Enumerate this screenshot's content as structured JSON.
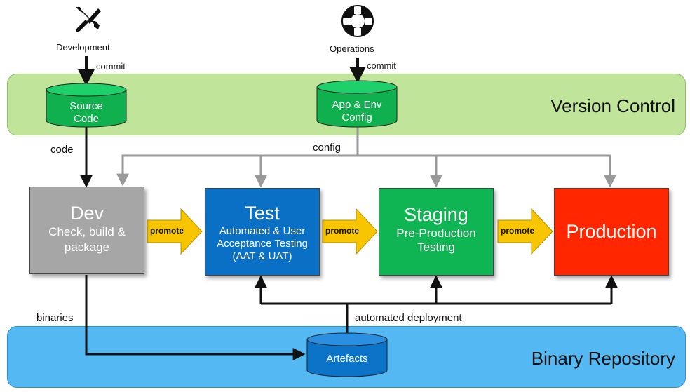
{
  "sources": {
    "development": "Development",
    "operations": "Operations",
    "commit_left": "commit",
    "commit_right": "commit"
  },
  "version_control": {
    "label": "Version Control",
    "source_code": [
      "Source",
      "Code"
    ],
    "app_env_config": [
      "App & Env",
      "Config"
    ]
  },
  "flows": {
    "code": "code",
    "config": "config",
    "binaries": "binaries",
    "automated_deployment": "automated deployment"
  },
  "stages": {
    "dev": {
      "title": "Dev",
      "sub": [
        "Check, build &",
        "package"
      ]
    },
    "test": {
      "title": "Test",
      "sub": [
        "Automated & User",
        "Acceptance Testing",
        "(AAT & UAT)"
      ]
    },
    "staging": {
      "title": "Staging",
      "sub": [
        "Pre-Production",
        "Testing"
      ]
    },
    "production": {
      "title": "Production"
    }
  },
  "promote": [
    "promote",
    "promote",
    "promote"
  ],
  "binary_repository": {
    "label": "Binary Repository",
    "artefacts": "Artefacts"
  },
  "colors": {
    "dev": "#a6a6a6",
    "test": "#0a70c6",
    "staging": "#0fb552",
    "production": "#ff2600",
    "promote_arrow": "#f7c600",
    "cylinder": "#10b04e",
    "artefacts_cylinder": "#0b74c9"
  },
  "icons": [
    "wrench-screwdriver-icon",
    "lifebuoy-icon"
  ]
}
